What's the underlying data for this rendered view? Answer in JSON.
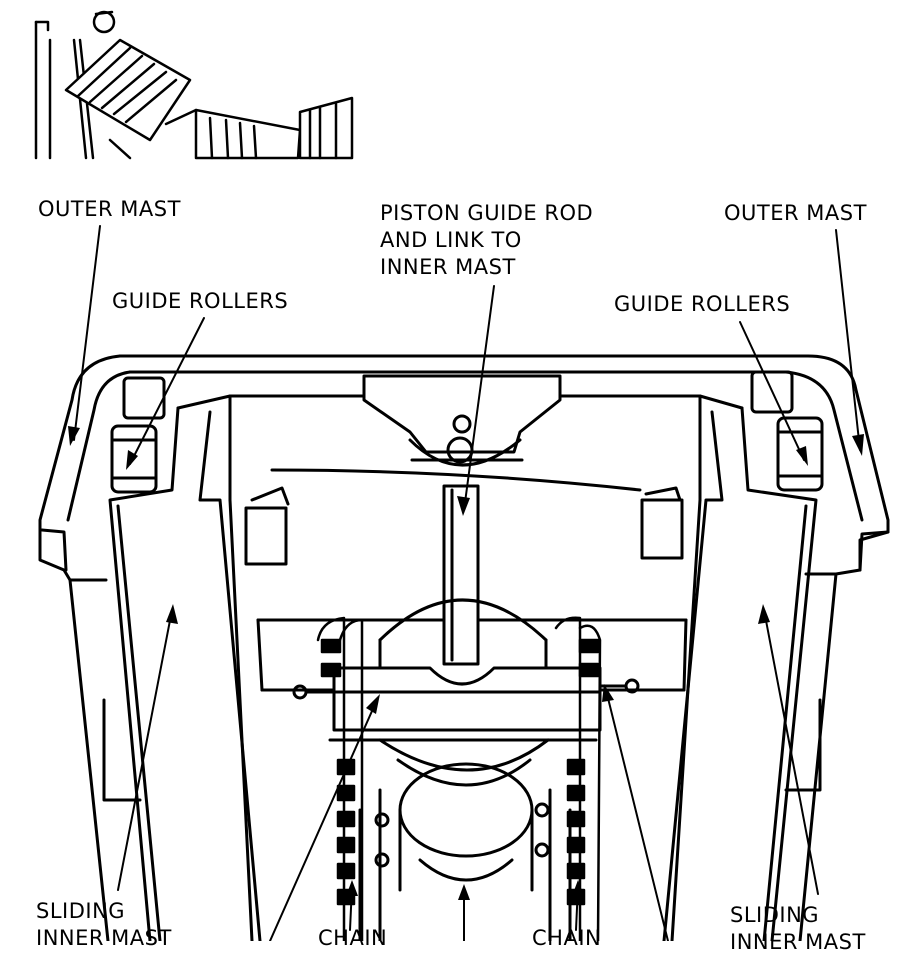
{
  "labels": {
    "outer_mast_left": "OUTER MAST",
    "outer_mast_right": "OUTER MAST",
    "piston_guide_line1": "PISTON GUIDE ROD",
    "piston_guide_line2": "AND LINK TO",
    "piston_guide_line3": "INNER MAST",
    "guide_rollers_left": "GUIDE ROLLERS",
    "guide_rollers_right": "GUIDE ROLLERS",
    "sliding_left_line1": "SLIDING",
    "sliding_left_line2": "INNER MAST",
    "sliding_right_line1": "SLIDING",
    "sliding_right_line2": "INNER MAST",
    "chain_left": "CHAIN",
    "chain_right": "CHAIN"
  },
  "colors": {
    "ink": "#000000",
    "paper": "#ffffff"
  }
}
